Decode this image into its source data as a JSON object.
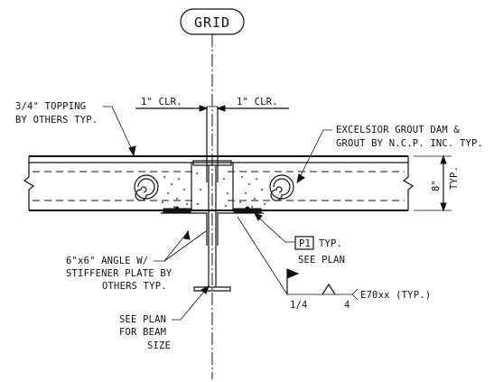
{
  "grid_label": "GRID",
  "clearance_left": "1\" CLR.",
  "clearance_right": "1\" CLR.",
  "topping_note": [
    "3/4\" TOPPING",
    "BY OTHERS TYP."
  ],
  "grout_note": [
    "EXCELSIOR GROUT DAM &",
    "GROUT BY N.C.P. INC. TYP."
  ],
  "thickness_dim": "8\"",
  "thickness_typ": "TYP.",
  "angle_note": [
    "6\"x6\" ANGLE W/",
    "STIFFENER PLATE BY",
    "OTHERS TYP."
  ],
  "plate_tag": "P1",
  "plate_typ": "TYP.",
  "plate_see_plan": "SEE PLAN",
  "beam_note": [
    "SEE PLAN",
    "FOR BEAM",
    "SIZE"
  ],
  "weld_size_a": "1/4",
  "weld_size_b": "4",
  "weld_note": "E70xx (TYP.)"
}
